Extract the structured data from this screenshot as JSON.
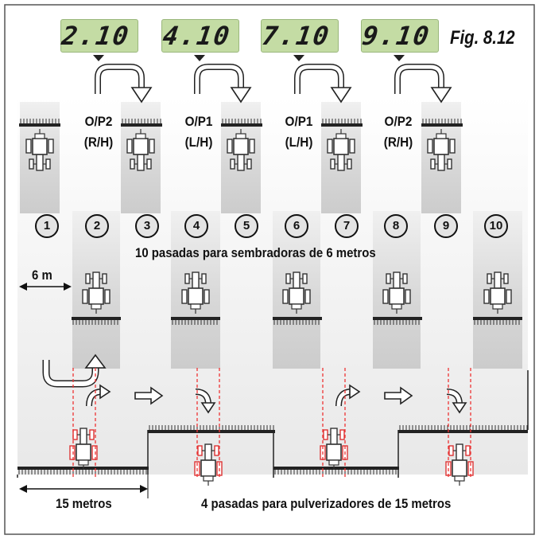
{
  "figure": {
    "title": "Fig. 8.12",
    "displays": [
      "2.10",
      "4.10",
      "7.10",
      "9.10"
    ],
    "programs": [
      {
        "line1": "O/P2",
        "line2": "(R/H)"
      },
      {
        "line1": "O/P1",
        "line2": "(L/H)"
      },
      {
        "line1": "O/P1",
        "line2": "(L/H)"
      },
      {
        "line1": "O/P2",
        "line2": "(R/H)"
      }
    ],
    "pass_numbers": [
      "1",
      "2",
      "3",
      "4",
      "5",
      "6",
      "7",
      "8",
      "9",
      "10"
    ],
    "seeder_caption": "10 pasadas para sembradoras de 6 metros",
    "seeder_width_label": "6 m",
    "sprayer_width_label": "15 metros",
    "sprayer_caption": "4 pasadas para pulverizadores de 15 metros"
  }
}
